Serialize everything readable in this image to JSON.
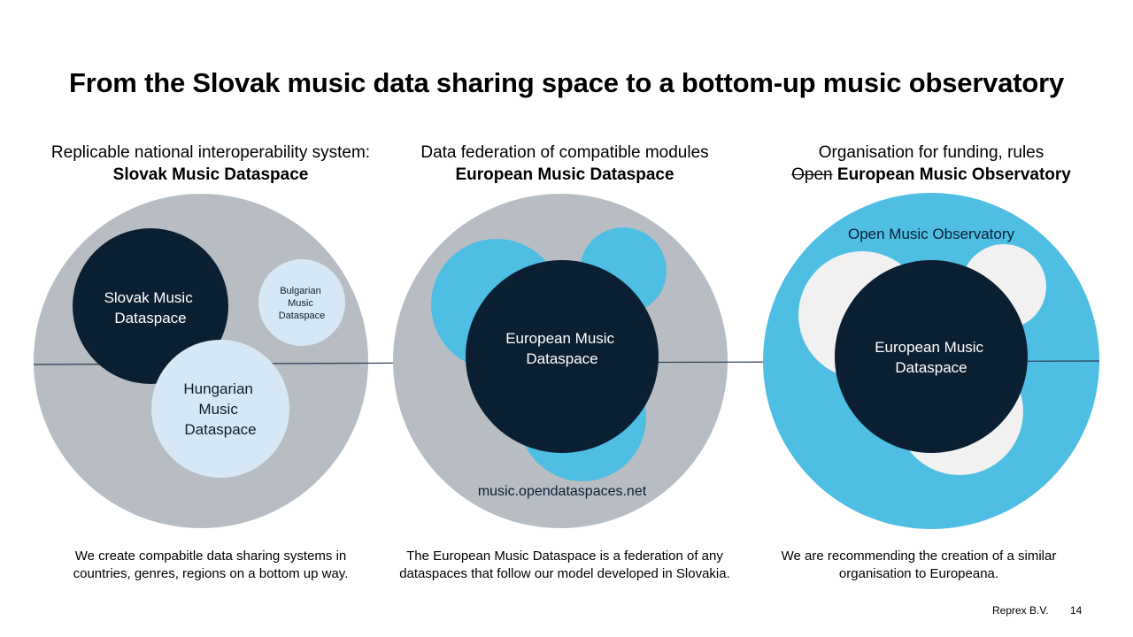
{
  "title": "From the Slovak music data sharing space to a bottom-up music observatory",
  "columns": [
    {
      "heading_line1": "Replicable national interoperability system:",
      "heading_line2": "Slovak Music Dataspace",
      "caption_line1": "We create compabitle data sharing systems in",
      "caption_line2": "countries, genres, regions on a bottom up way."
    },
    {
      "heading_line1": "Data federation of compatible modules",
      "heading_line2": "European Music Dataspace",
      "caption_line1": "The European Music Dataspace is a federation of any",
      "caption_line2": "dataspaces that follow our model developed in Slovakia."
    },
    {
      "heading_line1": "Organisation for funding, rules",
      "heading_line2_struck": "Open",
      "heading_line2": "European Music Observatory",
      "caption_line1": "We are recommending the creation of a similar",
      "caption_line2": "organisation to Europeana."
    }
  ],
  "diagram": {
    "slovak": [
      "Slovak Music",
      "Dataspace"
    ],
    "bulgarian": [
      "Bulgarian",
      "Music",
      "Dataspace"
    ],
    "hungarian": [
      "Hungarian",
      "Music",
      "Dataspace"
    ],
    "emd_center": [
      "European Music",
      "Dataspace"
    ],
    "emd_url": "music.opendataspaces.net",
    "omo_label": "Open Music Observatory",
    "omo_center": [
      "European Music",
      "Dataspace"
    ]
  },
  "footer": {
    "company": "Reprex B.V.",
    "page": "14"
  },
  "colors": {
    "grey_circle": "#b7bdc3",
    "navy": "#0b1f33",
    "light_blue": "#d6e8f6",
    "sky_blue": "#4ebee3",
    "off_white": "#f1f1f1"
  }
}
